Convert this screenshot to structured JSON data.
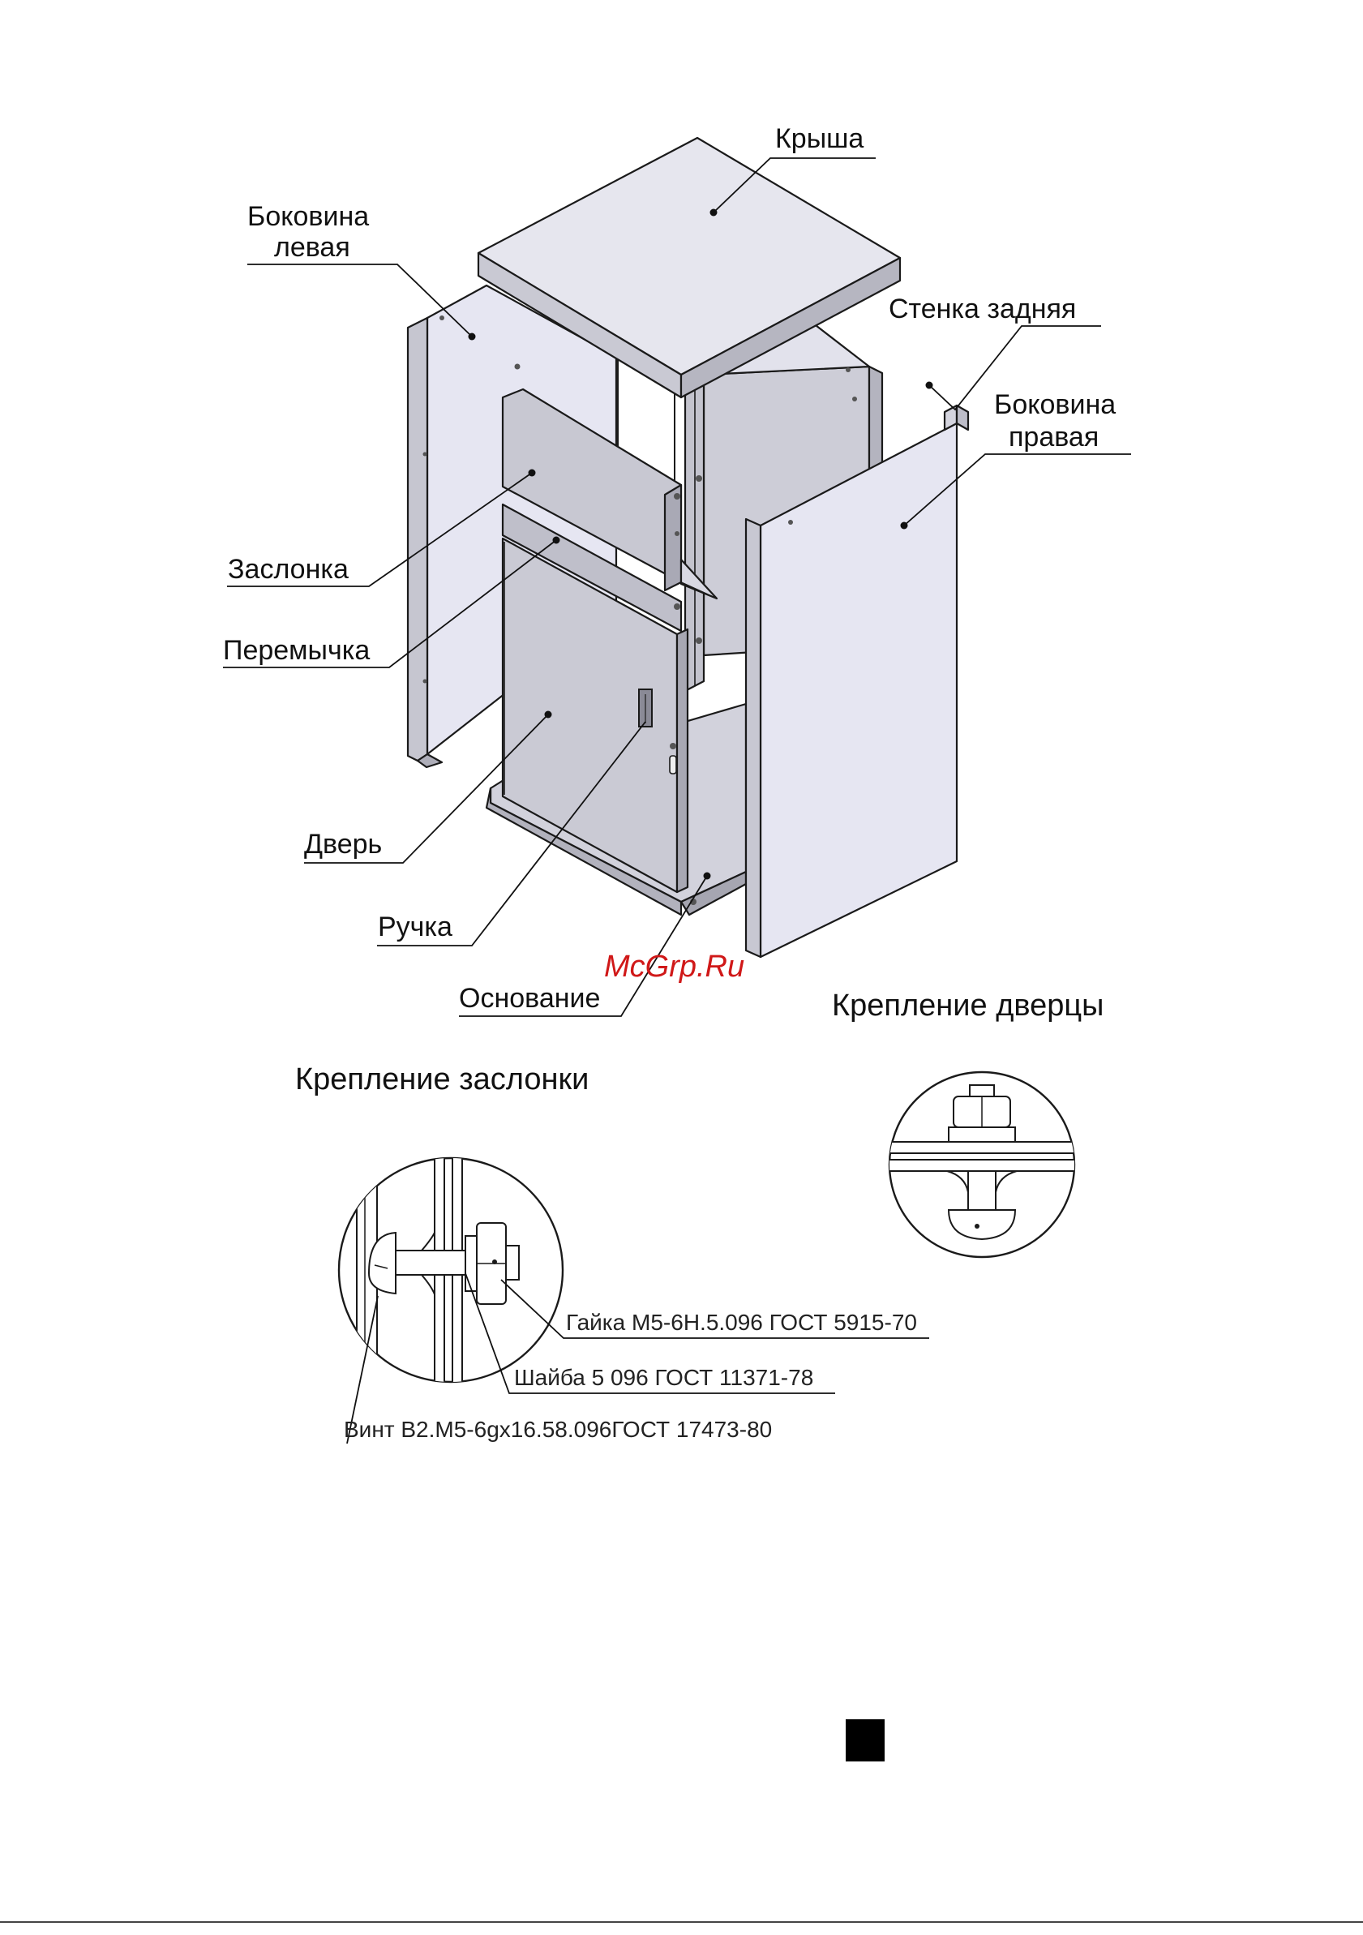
{
  "labels": {
    "roof": "Крыша",
    "left_side_1": "Боковина",
    "left_side_2": "левая",
    "back_wall": "Стенка задняя",
    "right_side_1": "Боковина",
    "right_side_2": "правая",
    "flap": "Заслонка",
    "crossbar": "Перемычка",
    "door": "Дверь",
    "handle": "Ручка",
    "base": "Основание"
  },
  "watermark": "McGrp.Ru",
  "details": {
    "door_mount_title": "Крепление дверцы",
    "flap_mount_title": "Крепление заслонки",
    "nut": "Гайка М5-6Н.5.096 ГОСТ 5915-70",
    "washer": "Шайба  5  096 ГОСТ 11371-78",
    "screw": "Винт В2.М5-6gх16.58.096ГОСТ 17473-80"
  },
  "colors": {
    "panel_light": "#e6e6f2",
    "panel_mid": "#cfcfd8",
    "panel_dark": "#b9b9c4",
    "watermark": "#d01818"
  }
}
